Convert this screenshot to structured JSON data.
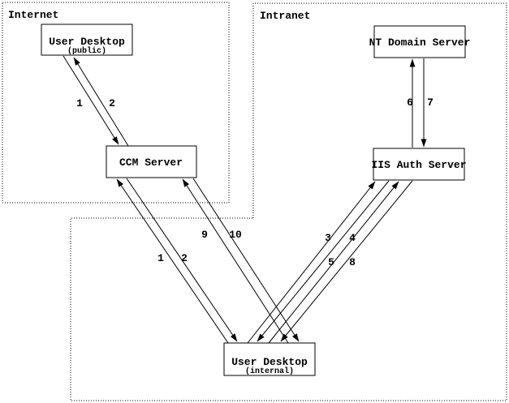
{
  "diagram": {
    "colors": {
      "line": "#000000",
      "background": "#ffffff"
    },
    "zones": [
      {
        "id": "internet",
        "label": "Internet"
      },
      {
        "id": "intranet",
        "label": "Intranet"
      }
    ],
    "nodes": [
      {
        "id": "user-desktop-public",
        "title": "User Desktop",
        "subtitle": "(public)"
      },
      {
        "id": "ccm-server",
        "title": "CCM Server"
      },
      {
        "id": "nt-domain-server",
        "title": "NT Domain Server"
      },
      {
        "id": "iis-auth-server",
        "title": "IIS Auth Server"
      },
      {
        "id": "user-desktop-internal",
        "title": "User Desktop",
        "subtitle": "(internal)"
      }
    ],
    "edges": [
      {
        "label": "1",
        "from": "user-desktop-public",
        "to": "ccm-server"
      },
      {
        "label": "2",
        "from": "ccm-server",
        "to": "user-desktop-public"
      },
      {
        "label": "1",
        "from": "user-desktop-internal",
        "to": "ccm-server"
      },
      {
        "label": "2",
        "from": "ccm-server",
        "to": "user-desktop-internal"
      },
      {
        "label": "9",
        "from": "user-desktop-internal",
        "to": "ccm-server"
      },
      {
        "label": "10",
        "from": "ccm-server",
        "to": "user-desktop-internal"
      },
      {
        "label": "3",
        "from": "user-desktop-internal",
        "to": "iis-auth-server"
      },
      {
        "label": "4",
        "from": "iis-auth-server",
        "to": "user-desktop-internal"
      },
      {
        "label": "5",
        "from": "user-desktop-internal",
        "to": "iis-auth-server"
      },
      {
        "label": "8",
        "from": "iis-auth-server",
        "to": "user-desktop-internal"
      },
      {
        "label": "6",
        "from": "iis-auth-server",
        "to": "nt-domain-server"
      },
      {
        "label": "7",
        "from": "nt-domain-server",
        "to": "iis-auth-server"
      }
    ]
  }
}
